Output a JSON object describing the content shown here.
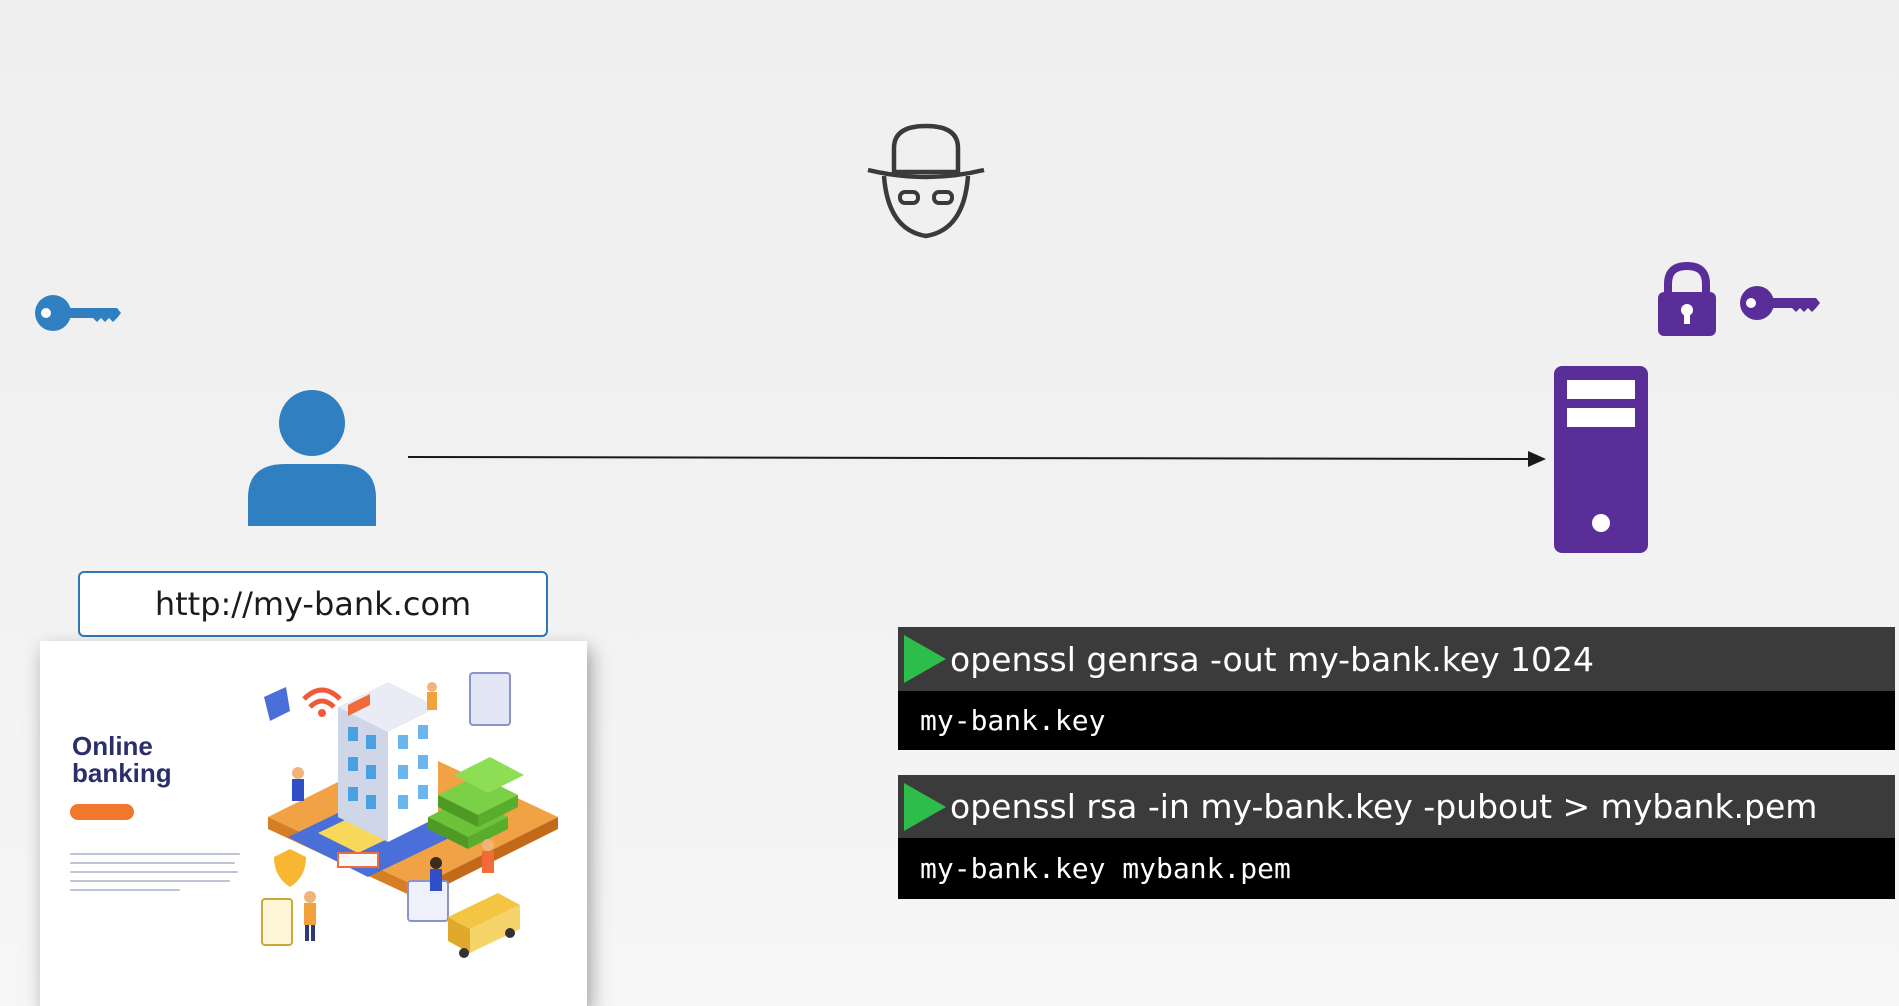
{
  "url_bar": {
    "text": "http://my-bank.com"
  },
  "website": {
    "title_line1": "Online",
    "title_line2": "banking"
  },
  "terminal": [
    {
      "command": "openssl genrsa -out my-bank.key 1024",
      "output": "my-bank.key"
    },
    {
      "command": "openssl rsa -in my-bank.key -pubout > mybank.pem",
      "output": "my-bank.key mybank.pem"
    }
  ],
  "colors": {
    "user_blue": "#2f7fc1",
    "server_purple": "#5a2e98",
    "terminal_green": "#2dbd4a"
  },
  "icons": [
    "hacker-icon",
    "client-key-icon",
    "user-icon",
    "server-icon",
    "lock-icon",
    "server-key-icon",
    "arrow-icon"
  ]
}
